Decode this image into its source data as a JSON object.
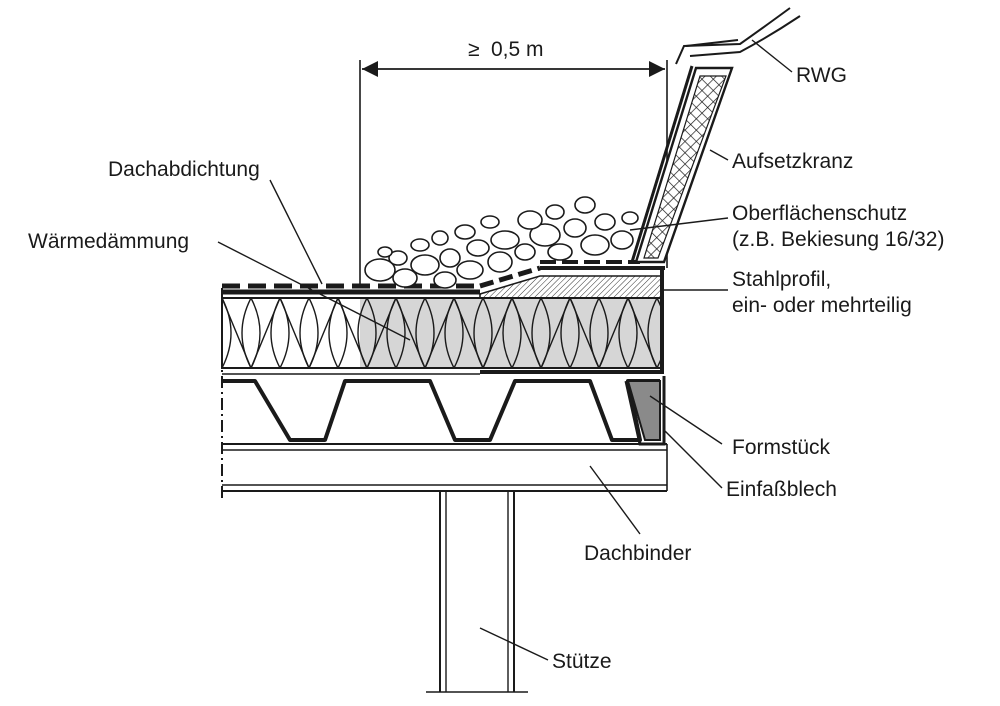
{
  "dimension": {
    "prefix": "≥",
    "value": "0,5 m"
  },
  "labels": {
    "rwg": "RWG",
    "aufsetzkranz": "Aufsetzkranz",
    "oberflaechenschutz_1": "Oberflächenschutz",
    "oberflaechenschutz_2": "(z.B. Bekiesung 16/32)",
    "stahlprofil_1": "Stahlprofil,",
    "stahlprofil_2": "ein- oder mehrteilig",
    "formstueck": "Formstück",
    "einfassblech": "Einfaßblech",
    "dachbinder": "Dachbinder",
    "stuetze": "Stütze",
    "dachabdichtung": "Dachabdichtung",
    "waermedaemmung": "Wärmedämmung"
  },
  "colors": {
    "line": "#1a1a1a",
    "insulation_shaded": "#d6d6d6",
    "formstueck_fill": "#8a8a8a"
  }
}
